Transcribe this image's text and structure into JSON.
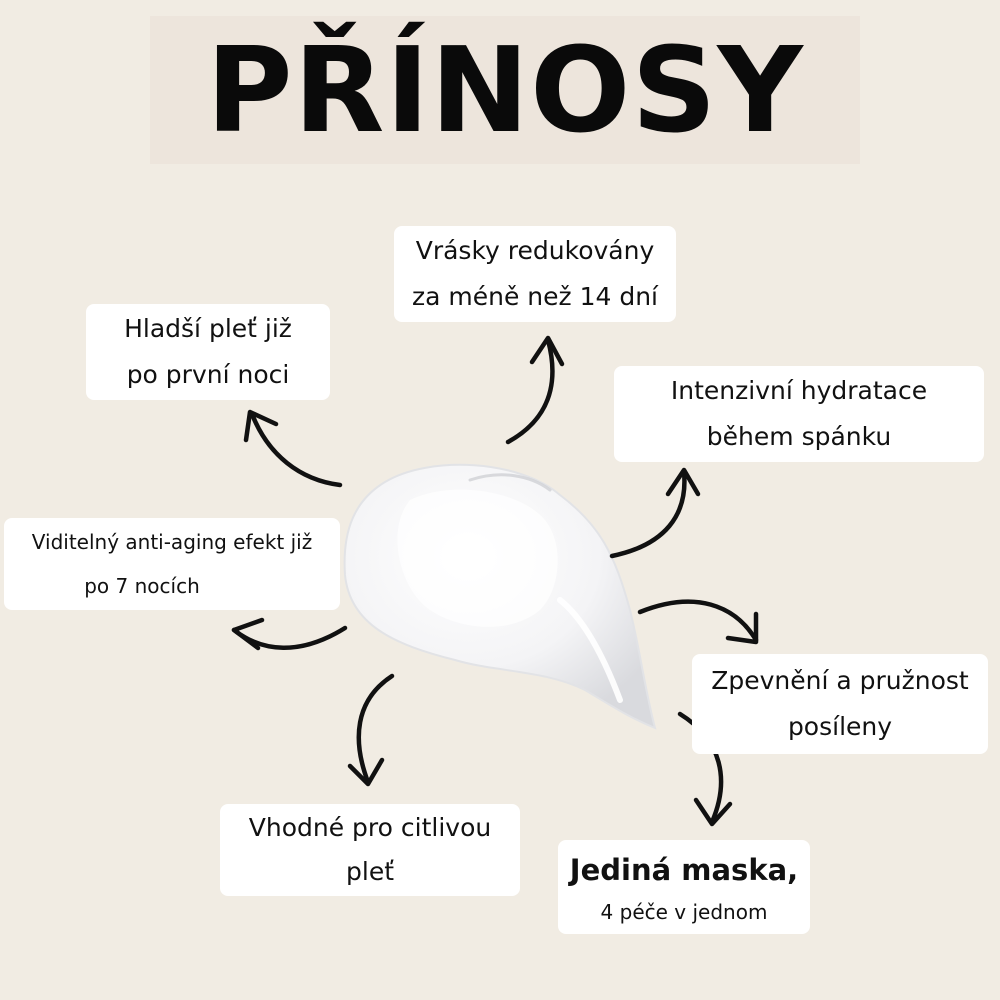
{
  "title": "PŘÍNOSY",
  "benefits": {
    "wrinkles": {
      "line1": "Vrásky redukovány",
      "line2": "za méně než 14 dní"
    },
    "smoother": {
      "line1": "Hladší pleť již",
      "line2": "po první noci"
    },
    "hydration": {
      "line1": "Intenzivní hydratace",
      "line2": "během spánku"
    },
    "anti_aging": {
      "line1": "Viditelný anti-aging efekt již",
      "line2": "po 7 nocích"
    },
    "firmness": {
      "line1": "Zpevnění a pružnost",
      "line2": "posíleny"
    },
    "sensitive": {
      "line1": "Vhodné pro citlivou",
      "line2": "pleť"
    },
    "mask": {
      "line1": "Jediná maska,",
      "line2": "4 péče v jednom"
    }
  },
  "colors": {
    "background": "#f1ece3",
    "box": "#ffffff",
    "text": "#111111",
    "arrow": "#111111"
  },
  "icons": {
    "center": "cream-swatch",
    "arrows": "curved-arrow"
  }
}
